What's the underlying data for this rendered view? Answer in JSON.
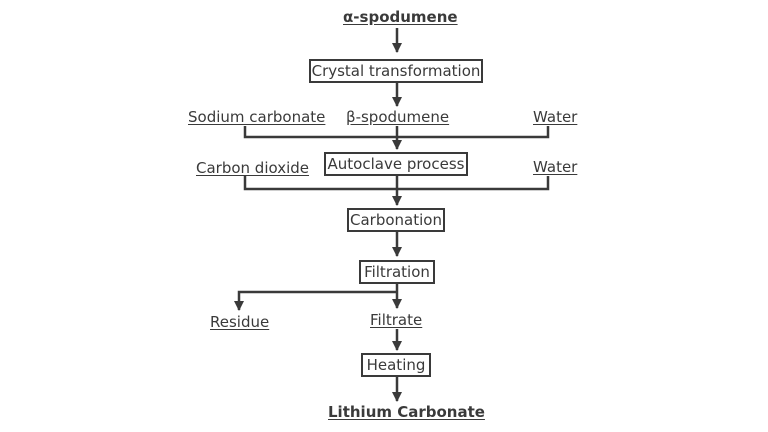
{
  "colors": {
    "line": "#3a3a3a",
    "text": "#3a3a3a",
    "background": "#ffffff"
  },
  "flow": {
    "start": "α-spodumene",
    "step_crystal": "Crystal transformation",
    "beta": "β-spodumene",
    "sodium_carbonate": "Sodium carbonate",
    "water_1": "Water",
    "step_autoclave": "Autoclave process",
    "carbon_dioxide": "Carbon dioxide",
    "water_2": "Water",
    "step_carbonation": "Carbonation",
    "step_filtration": "Filtration",
    "residue": "Residue",
    "filtrate": "Filtrate",
    "step_heating": "Heating",
    "product": "Lithium Carbonate"
  }
}
